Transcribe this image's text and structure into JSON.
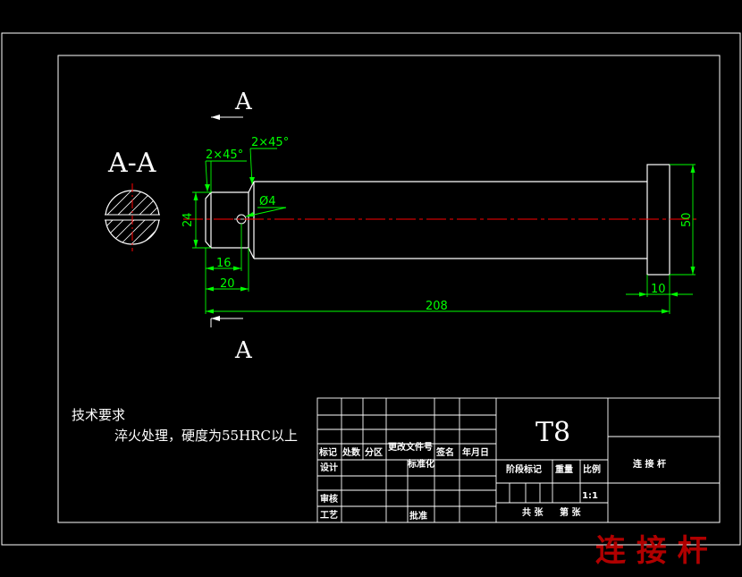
{
  "section": {
    "title": "A-A",
    "label_top": "A",
    "label_bottom": "A"
  },
  "dimensions": {
    "chamfer_left": "2×45°",
    "chamfer_right": "2×45°",
    "hole_dia": "Ø4",
    "dia_24": "24",
    "len_16": "16",
    "len_20": "20",
    "len_208": "208",
    "len_10": "10",
    "dia_50": "50"
  },
  "notes": {
    "heading": "技术要求",
    "line1": "淬火处理，硬度为55HRC以上"
  },
  "title_block": {
    "material": "T8",
    "part_name": "连 接 杆",
    "col_mark": "标记",
    "col_count": "处数",
    "col_zone": "分区",
    "col_doc": "更改文件号",
    "col_sign": "签名",
    "col_date": "年月日",
    "design": "设计",
    "standardize": "标准化",
    "review": "审核",
    "process": "工艺",
    "approve": "批准",
    "stage_mark": "阶段标记",
    "weight": "重量",
    "scale_label": "比例",
    "scale": "1:1",
    "sheet_total": "共 张",
    "sheet_no": "第 张"
  },
  "watermark": "连 接 杆",
  "colors": {
    "outline": "#ffffff",
    "dimension": "#00ff00",
    "centerline": "#ff0000",
    "watermark": "#b00000"
  }
}
